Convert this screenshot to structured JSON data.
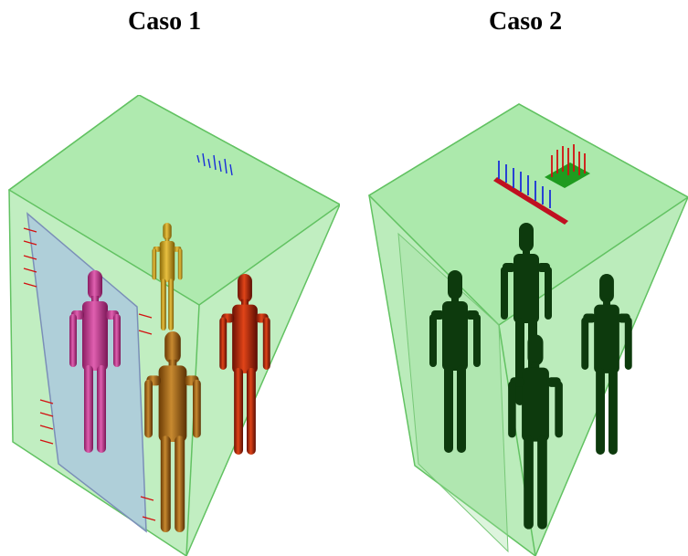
{
  "titles": [
    "Caso 1",
    "Caso 2"
  ],
  "colors": {
    "box_fill": "#7fdb7f",
    "box_edge": "#5fbf5f",
    "door_fill": "#9fbcd8",
    "person_pink": "#d0409a",
    "person_yellow": "#c8a010",
    "person_orange": "#b06a10",
    "person_red": "#b82808",
    "person_dark": "#0d3a0d",
    "arrow_blue": "#1a2fd8",
    "arrow_red": "#d21010",
    "vent_green": "#1f9b1f"
  },
  "icons": [
    "box-wireframe",
    "human-figure",
    "flow-arrows"
  ]
}
